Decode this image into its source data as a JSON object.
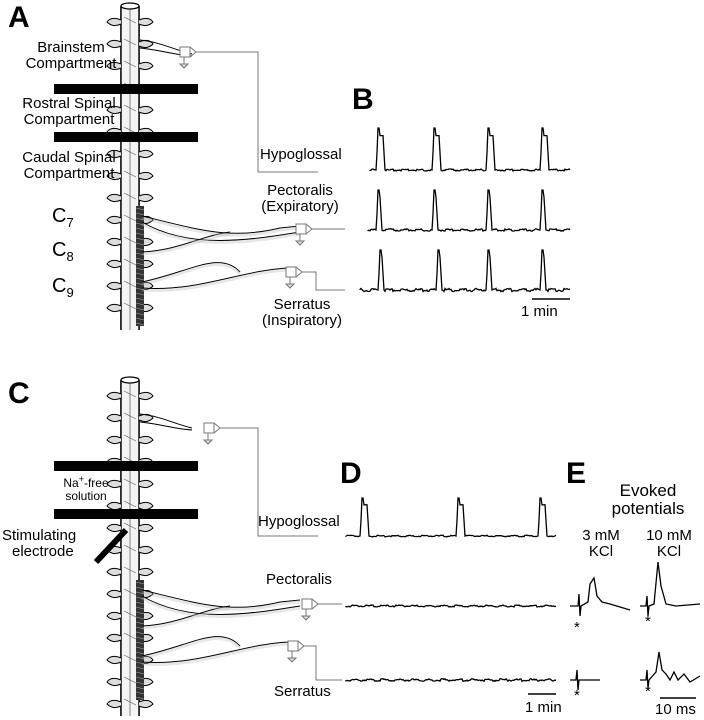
{
  "panels": {
    "a": "A",
    "b": "B",
    "c": "C",
    "d": "D",
    "e": "E"
  },
  "top": {
    "brainstem": [
      "Brainstem",
      "Compartment"
    ],
    "rostral": [
      "Rostral Spinal",
      "Compartment"
    ],
    "caudal": [
      "Caudal Spinal",
      "Compartment"
    ],
    "roots": {
      "c7": [
        "C",
        "7"
      ],
      "c8": [
        "C",
        "8"
      ],
      "c9": [
        "C",
        "9"
      ]
    },
    "hypoglossal": "Hypoglossal",
    "pectoralis": [
      "Pectoralis",
      "(Expiratory)"
    ],
    "serratus": [
      "Serratus",
      "(Inspiratory)"
    ],
    "scale": "1 min"
  },
  "bottom": {
    "na_free": [
      "Na",
      "+",
      "-free",
      "solution"
    ],
    "stim": [
      "Stimulating",
      "electrode"
    ],
    "hypoglossal": "Hypoglossal",
    "pectoralis": "Pectoralis",
    "serratus": "Serratus",
    "scale": "1 min",
    "evoked_title": [
      "Evoked",
      "potentials"
    ],
    "col1": [
      "3 mM",
      "KCl"
    ],
    "col2": [
      "10 mM",
      "KCl"
    ],
    "star": "*",
    "ms_scale": "10 ms"
  }
}
